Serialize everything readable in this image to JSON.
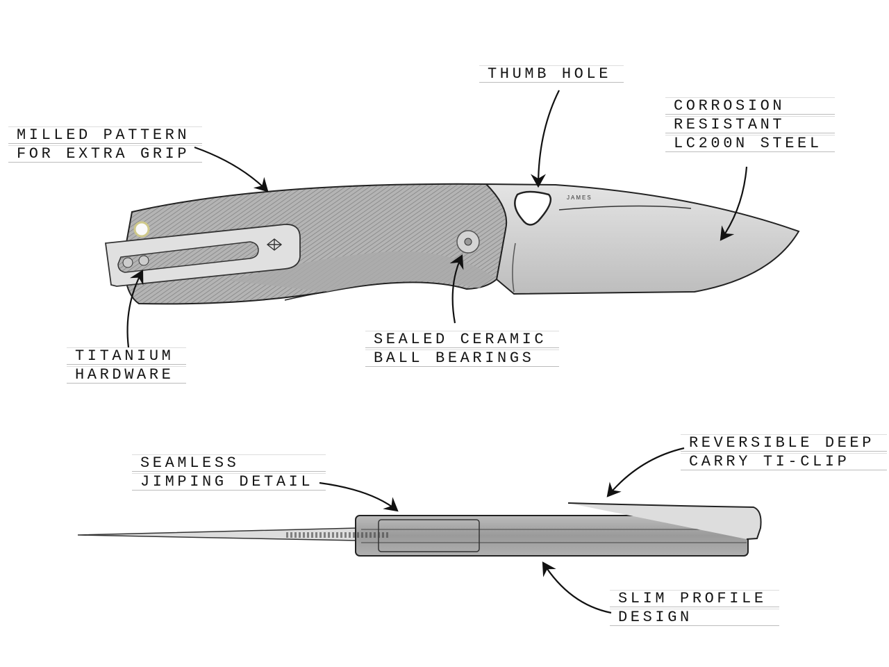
{
  "brand_mark": "JAMES",
  "labels": {
    "thumb_hole": [
      "THUMB HOLE"
    ],
    "steel": [
      "CORROSION",
      "RESISTANT",
      "LC200N STEEL"
    ],
    "milled": [
      "MILLED PATTERN",
      "FOR EXTRA GRIP"
    ],
    "hardware": [
      "TITANIUM",
      "HARDWARE"
    ],
    "bearings": [
      "SEALED CERAMIC",
      "BALL BEARINGS"
    ],
    "jimping": [
      "SEAMLESS",
      "JIMPING DETAIL"
    ],
    "clip": [
      "REVERSIBLE DEEP",
      "CARRY TI-CLIP"
    ],
    "profile": [
      "SLIM PROFILE",
      "DESIGN"
    ]
  }
}
